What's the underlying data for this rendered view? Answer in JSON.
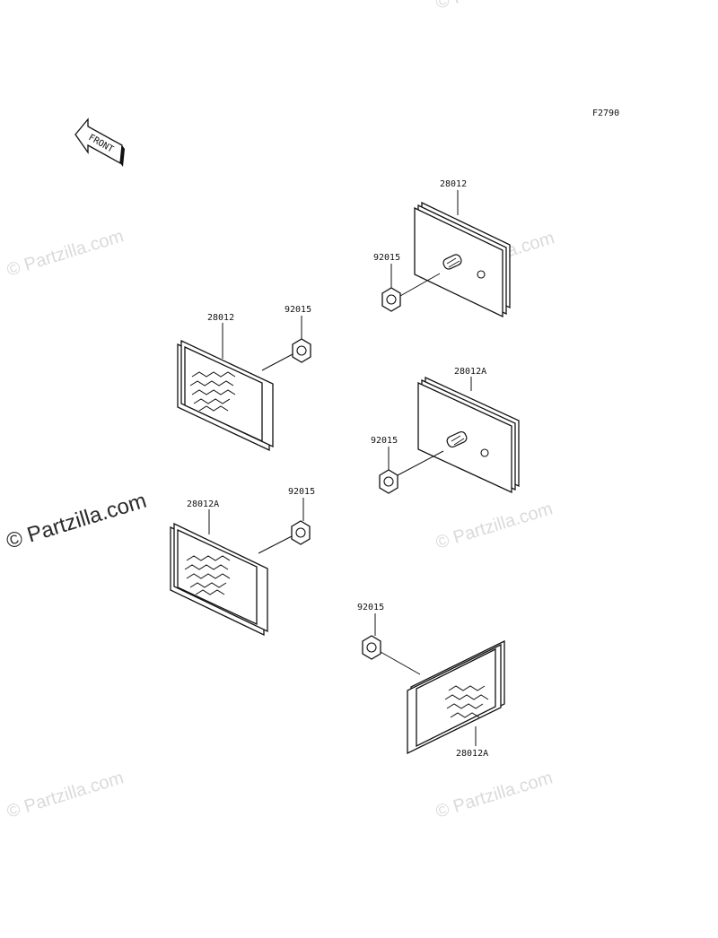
{
  "figure_code": "F2790",
  "front_label": "FRONT",
  "watermark_text": "© Partzilla.com",
  "labels": {
    "r1_part": "28012",
    "r1_nut": "92015",
    "l1_part": "28012",
    "l1_nut": "92015",
    "r2_part": "28012A",
    "r2_nut": "92015",
    "l2_part": "28012A",
    "l2_nut": "92015",
    "r3_nut": "92015",
    "r3_part": "28012A"
  }
}
